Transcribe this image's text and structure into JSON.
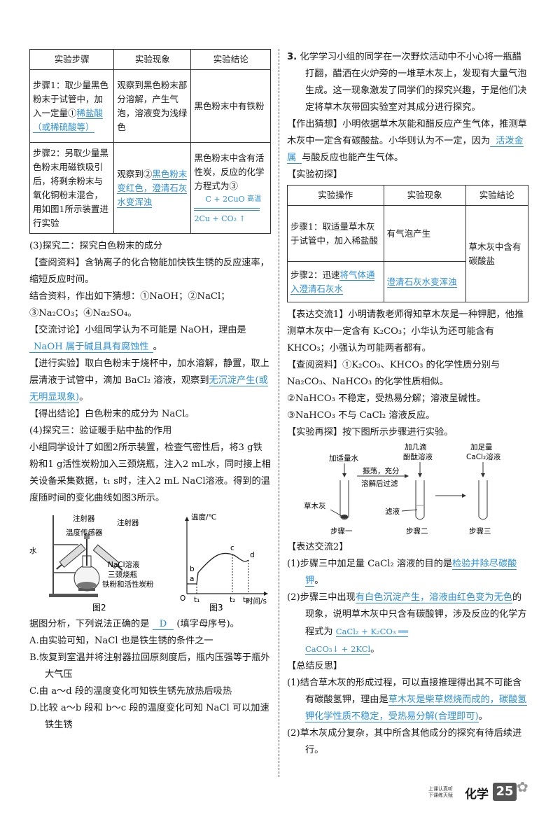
{
  "left_table": {
    "headers": [
      "实验步骤",
      "实验现象",
      "实验结论"
    ],
    "row1": {
      "step_prefix": "步骤1：取少量黑色粉末于试管中，加入一定量①",
      "step_answer": "稀盐酸（或稀硫酸等）",
      "phenomenon": "观察到黑色粉末部分溶解，产生气泡，溶液变为浅绿色",
      "conclusion": "黑色粉末中有铁粉"
    },
    "row2": {
      "step": "步骤2：另取少量黑色粉末用磁铁吸引后，将剩余粉末与氧化铜粉末混合，用如图1所示装置进行实验",
      "phenomenon_prefix": "观察到②",
      "phenomenon_answer": "黑色粉末变红色，澄清石灰水变浑浊",
      "conclusion_prefix": "黑色粉末中含有活性炭，反应的化学方程式为③",
      "eq_left": "C + 2CuO",
      "eq_cond": "高温",
      "eq_right": "2Cu + CO₂ ↑"
    }
  },
  "left": {
    "p3_title": "(3)探究二：探究白色粉末的成分",
    "p_search1": "【查阅资料】含钠离子的化合物能加快铁生锈的反应速率，缩短反应时间。",
    "p_guess": "结合资料，作出如下猜想：①NaOH；②NaCl；③Na₂CO₃；④Na₂SO₄。",
    "p_discuss_prefix": "【交流讨论】小组同学认为不可能是 NaOH，理由是",
    "p_discuss_answer": "NaOH 属于碱且具有腐蚀性",
    "p_exp_prefix": "【进行实验】取白色粉末于烧杯中，加水溶解，静置，取上层清液于试管中，滴加 BaCl₂ 溶液，观察到",
    "p_exp_answer": "无沉淀产生(或无明显现象)",
    "p_concl": "【得出结论】白色粉末的成分为 NaCl。",
    "p4_title": "(4)探究三：验证暖手贴中盐的作用",
    "p4_body": "小组同学设计了如图2所示装置，检查气密性后，将3 g铁粉和1 g活性炭粉加入三颈烧瓶，注入2 mL水，同时接上相关设备采集数据，t₁ s时，注入2 mL NaCl溶液。得到的温度随时间的变化曲线如图3所示。",
    "fig2": {
      "label_syringe1": "注射器",
      "label_syringe2": "注射器",
      "label_sensor": "温度传感器",
      "label_water": "水",
      "label_nacl": "NaCl溶液",
      "label_flask": "三颈烧瓶",
      "label_powder": "铁粉和活性炭粉",
      "caption": "图2"
    },
    "fig3": {
      "ylabel": "温度/℃",
      "xlabel": "时间/s",
      "origin": "O",
      "t1": "t₁",
      "t2": "t₂",
      "t3": "t₃",
      "pa": "a",
      "pb": "b",
      "pc": "c",
      "pd": "d",
      "caption": "图3"
    },
    "q_prefix": "据图分析，下列说法正确的是",
    "q_answer": "D",
    "q_suffix": "(填字母序号)。",
    "optA": "A.由实验可知，NaCl 也是铁生锈的条件之一",
    "optB": "B.恢复到室温并将注射器拉回原刻度后，瓶内压强等于瓶外大气压",
    "optC": "C.由 a～d 段的温度变化可知铁生锈先放热后吸热",
    "optD": "D.比较 a～b 段和 b～c 段的温度变化可知 NaCl 可以加速铁生锈"
  },
  "right": {
    "q3_num": "3.",
    "q3_intro": "化学学习小组的同学在一次野炊活动中不小心将一瓶醋打翻，醋洒在火炉旁的一堆草木灰上，发现有大量气泡生成。这一现象激发了同学们的探究兴趣，于是他们决定将草木灰带回实验室对其成分进行探究。",
    "guess": "【作出猜想】小明依据草木灰能和醋反应产生气体，推测草木灰中一定含有碳酸盐。小华则认为不一定，因为",
    "guess_answer": "活泼金属",
    "guess_suffix": "与酸反应也能产生气体。",
    "init_title": "【实验初探】",
    "table": {
      "headers": [
        "实验操作",
        "实验现象",
        "实验结论"
      ],
      "r1_op": "步骤1：取适量草木灰于试管中，加入稀盐酸",
      "r1_ph": "有气泡产生",
      "conclusion": "草木灰中含有碳酸盐",
      "r2_op_prefix": "步骤2：迅速",
      "r2_op_answer": "将气体通入澄清石灰水",
      "r2_ph_answer": "澄清石灰水变浑浊"
    },
    "exp1": "【表达交流1】小明请教老师得知草木灰是一种钾肥，他推测草木灰中一定含有 K₂CO₃；小华认为还可能含有 KHCO₃；小强认为可能两者都有。",
    "info1": "【查阅资料】①K₂CO₃、KHCO₃ 的化学性质分别与 Na₂CO₃、NaHCO₃ 的化学性质相似。",
    "info2": "②NaHCO₃ 不稳定，受热易分解；溶液呈碱性。",
    "info3": "③NaHCO₃ 不与 CaCl₂ 溶液反应。",
    "again": "【实验再探】按下图所示步骤进行实验。",
    "diagram": {
      "add_water": "加适量水",
      "phenol_1": "加几滴",
      "phenol_2": "酚酞溶液",
      "cacl_1": "加足量",
      "cacl_2": "CaCl₂溶液",
      "shake_1": "振荡，充分",
      "shake_2": "溶解后过滤",
      "ash": "草木灰",
      "filtrate": "滤液",
      "s1": "步骤一",
      "s2": "步骤二",
      "s3": "步骤三"
    },
    "exp2_title": "【表达交流2】",
    "e1_prefix": "(1)步骤三中加足量 CaCl₂ 溶液的目的是",
    "e1_answer": "检验并除尽碳酸钾",
    "e2_prefix": "(2)步骤三中出现",
    "e2_answer": "有白色沉淀产生，溶液由红色变为无色",
    "e2_mid": "的现象，说明草木灰中只含有碳酸钾，涉及反应的化学方程式为",
    "e2_eq1": "CaCl₂ + K₂CO₃ ══",
    "e2_eq2": "CaCO₃↓ + 2KCl",
    "sum_title": "【总结反思】",
    "s1_prefix": "(1)结合草木灰的形成过程，可以直接推理得出其不可能含有碳酸氢钾，理由是",
    "s1_answer": "草木灰是柴草燃烧而成的，碳酸氢钾化学性质不稳定，受热易分解(合理即可)",
    "s2": "(2)草木灰成分复杂，其中所含其他成分的探究有待后续进行。"
  },
  "footer": {
    "slogan1": "上课认真听",
    "slogan2": "下课练天赋",
    "subject": "化学",
    "page": "25"
  }
}
